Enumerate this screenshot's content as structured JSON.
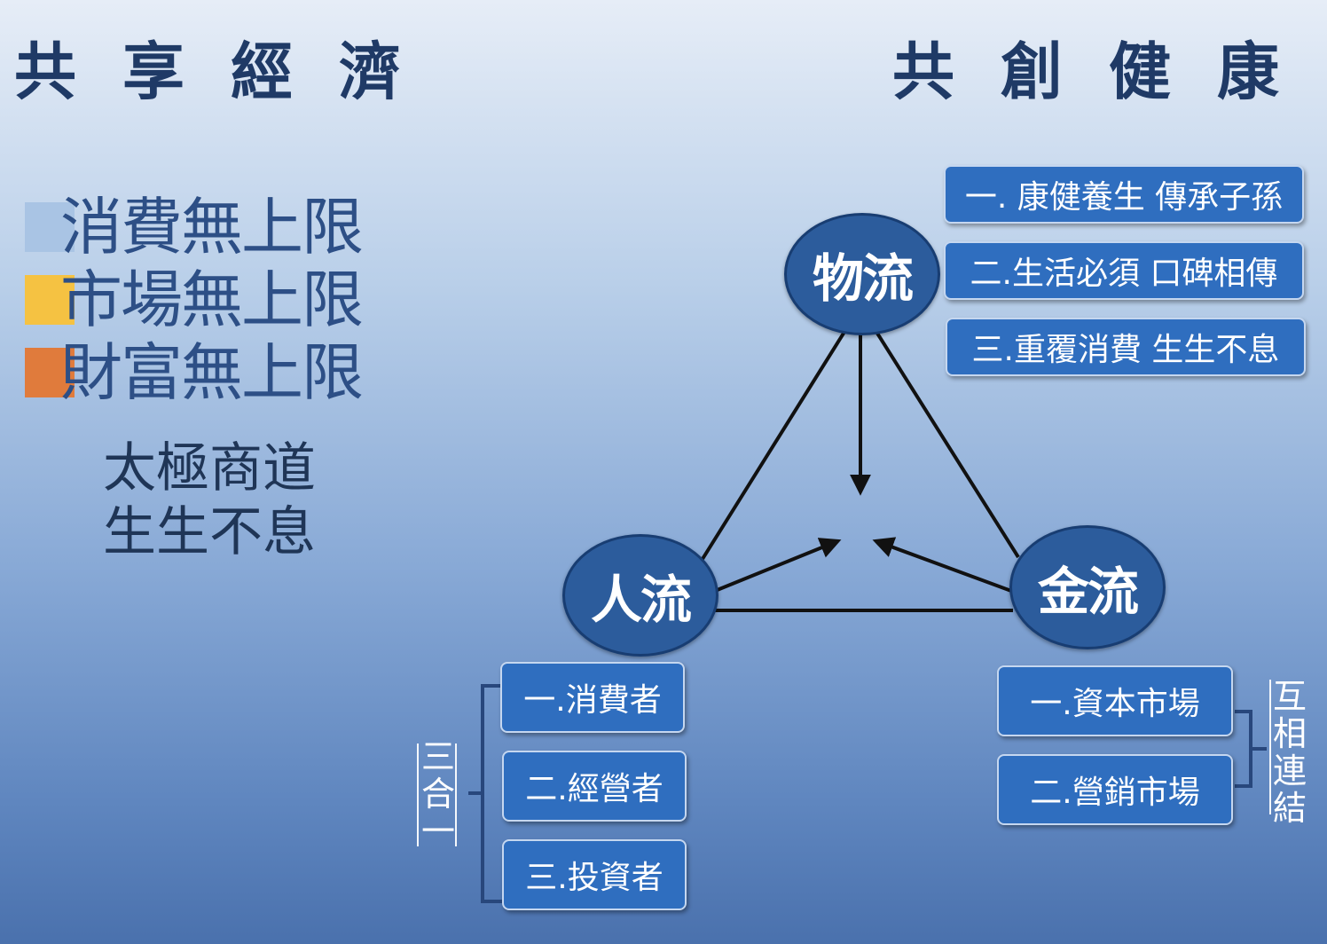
{
  "titles": {
    "left": "共享經濟",
    "right": "共創健康"
  },
  "limits": [
    {
      "label": "消費無上限",
      "color": "#a9c4e4"
    },
    {
      "label": "市場無上限",
      "color": "#f5c242"
    },
    {
      "label": "財富無上限",
      "color": "#e07b3c"
    }
  ],
  "motto": {
    "line1": "太極商道",
    "line2": "生生不息"
  },
  "nodes": {
    "wuliu": "物流",
    "renliu": "人流",
    "jinliu": "金流"
  },
  "wuliu_items": [
    "一. 康健養生 傳承子孫",
    "二.生活必須 口碑相傳",
    "三.重覆消費 生生不息"
  ],
  "renliu_items": [
    "一.消費者",
    "二.經營者",
    "三.投資者"
  ],
  "renliu_group_label": "三合一",
  "jinliu_items": [
    "一.資本市場",
    "二.營銷市場"
  ],
  "jinliu_group_label": "互相連結",
  "colors": {
    "node": "#2c5c9c",
    "box": "#2f6ebf",
    "title": "#1f3a66"
  }
}
